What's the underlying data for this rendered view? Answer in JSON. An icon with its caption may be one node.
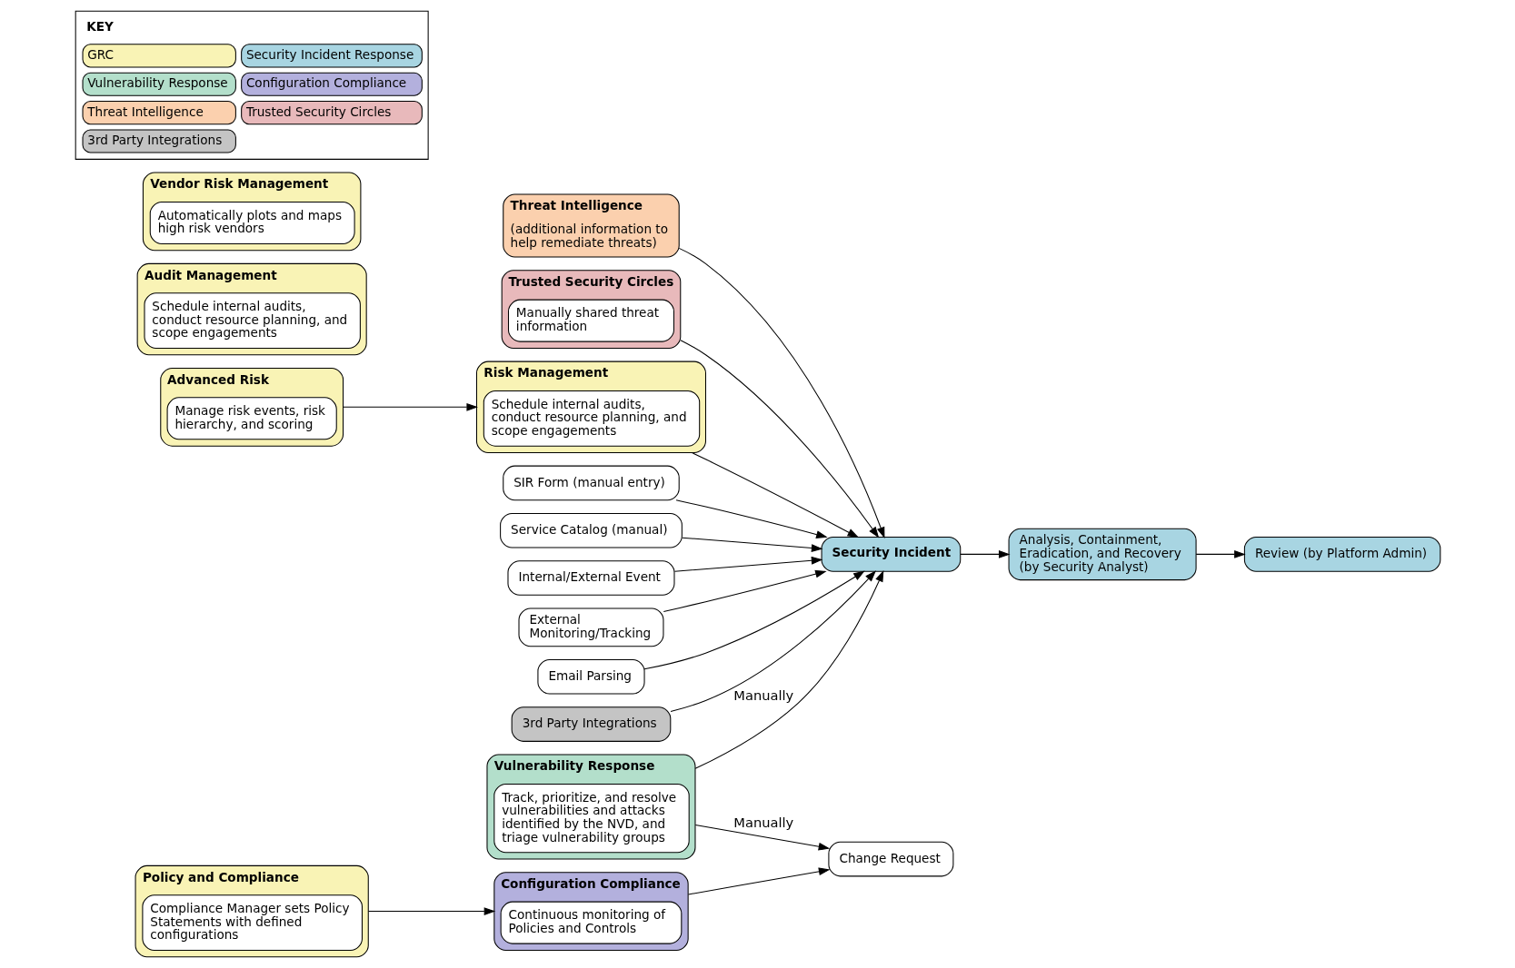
{
  "diagram": {
    "nodes": [
      {
        "text": [
          "Advanced Risk",
          "Manage risk events, risk hierarchy, and scoring"
        ]
      },
      {
        "text": [
          "Risk Management",
          "Schedule internal audits, conduct resource planning, and scope engagements"
        ]
      },
      {
        "text": [
          "SIR Form (manual entry)"
        ]
      },
      {
        "text": [
          "Service Catalog (manual)"
        ]
      },
      {
        "text": [
          "Internal/External Event"
        ]
      },
      {
        "text": [
          "External Monitoring/Tracking"
        ]
      },
      {
        "text": [
          "Email Parsing"
        ]
      },
      {
        "text": [
          "3rd Party Integrations"
        ]
      },
      {
        "text": [
          "Security Incident"
        ]
      },
      {
        "text": [
          "Vulnerability Response",
          "Track, prioritize, and resolve vulnerabilities and attacks identified by the NVD, and triage vulnerability groups"
        ]
      },
      {
        "text": [
          "Change Request"
        ]
      },
      {
        "text": [
          "Threat Intelligence",
          "(additional information to help remediate threats)"
        ]
      },
      {
        "text": [
          "Analysis, Containment, Eradication, and Recovery (by Security Analyst)"
        ]
      },
      {
        "text": [
          "Trusted Security Circles",
          "Manually shared threat information"
        ]
      },
      {
        "text": [
          "Configuration Compliance",
          "Continuous monitoring of Policies and Controls"
        ]
      },
      {
        "text": [
          "Review (by Platform Admin)"
        ]
      },
      {
        "text": [
          "Policy and Compliance",
          "Compliance Manager sets Policy Statements with defined configurations"
        ]
      },
      {
        "text": [
          "Audit Management",
          "Schedule internal audits, conduct resource planning, and scope engagements"
        ]
      },
      {
        "text": [
          "Vendor Risk Management",
          "Automatically plots and maps high risk vendors"
        ]
      }
    ],
    "edges": [
      {
        "from": 0,
        "to": 1,
        "arrow": "to"
      },
      {
        "from": 1,
        "to": 8,
        "arrow": "to"
      },
      {
        "from": 2,
        "to": 8,
        "arrow": "to"
      },
      {
        "from": 3,
        "to": 8,
        "arrow": "to"
      },
      {
        "from": 4,
        "to": 8,
        "arrow": "to"
      },
      {
        "from": 5,
        "to": 8,
        "arrow": "to"
      },
      {
        "from": 6,
        "to": 8,
        "arrow": "to"
      },
      {
        "from": 7,
        "to": 8,
        "arrow": "to"
      },
      {
        "from": 11,
        "to": 8,
        "arrow": "to"
      },
      {
        "from": 9,
        "to": 8,
        "arrow": "to",
        "label": "Manually"
      },
      {
        "from": 9,
        "to": 10,
        "arrow": "to",
        "label": "Manually"
      },
      {
        "from": 13,
        "to": 8,
        "arrow": "to"
      },
      {
        "from": 8,
        "to": 12,
        "arrow": "to"
      },
      {
        "from": 12,
        "to": 15,
        "arrow": "to"
      },
      {
        "from": 14,
        "to": 10,
        "arrow": "to"
      },
      {
        "from": 16,
        "to": 14,
        "arrow": "to"
      }
    ],
    "labels": [
      "KEY"
    ],
    "legend": [
      {
        "text": "GRC",
        "color": "#f9f3b5"
      },
      {
        "text": "Security Incident Response",
        "color": "#a8d5e2"
      },
      {
        "text": "Vulnerability Response",
        "color": "#b3dfcb"
      },
      {
        "text": "Configuration Compliance",
        "color": "#b3b0dd"
      },
      {
        "text": "Threat Intelligence",
        "color": "#fbd0ae"
      },
      {
        "text": "Trusted Security Circles",
        "color": "#e8b9bb"
      },
      {
        "text": "3rd Party Integrations",
        "color": "#c4c4c4"
      }
    ]
  }
}
